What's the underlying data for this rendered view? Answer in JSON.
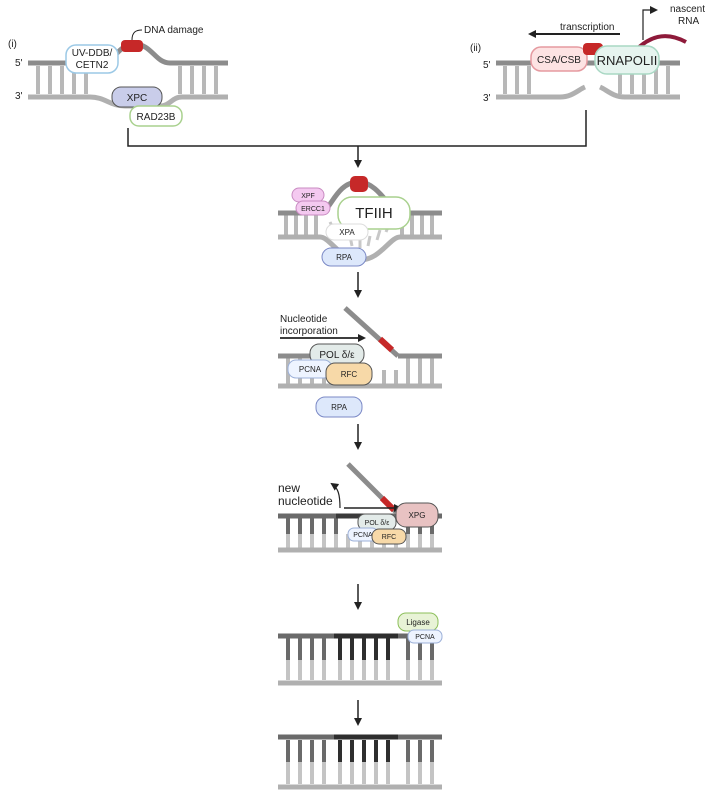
{
  "panel_i": {
    "roman": "(i)",
    "strand_5": "5'",
    "strand_3": "3'",
    "damage_label": "DNA damage",
    "uvddb_line1": "UV-DDB/",
    "uvddb_line2": "CETN2",
    "xpc": "XPC",
    "rad23b": "RAD23B"
  },
  "panel_ii": {
    "roman": "(ii)",
    "strand_5": "5'",
    "strand_3": "3'",
    "transcription": "transcription",
    "nascent_line1": "nascent",
    "nascent_line2": "RNA",
    "csa_csb": "CSA/CSB",
    "rnapolii": "RNAPOLII"
  },
  "step_tfiih": {
    "xpf": "XPF",
    "ercc1": "ERCC1",
    "tfiih": "TFIIH",
    "xpa": "XPA",
    "rpa": "RPA"
  },
  "step_fill": {
    "nucleotide_line1": "Nucleotide",
    "nucleotide_line2": "incorporation",
    "pol": "POL δ/ε",
    "pcna": "PCNA",
    "rfc": "RFC",
    "rpa": "RPA"
  },
  "step_excision": {
    "new_line1": "new",
    "new_line2": "nucleotide",
    "xpg": "XPG",
    "pol": "POL δ/ε",
    "pcna": "PCNA",
    "rfc": "RFC"
  },
  "step_ligation": {
    "ligase": "Ligase",
    "pcna": "PCNA"
  },
  "colors": {
    "strand": "#8c8c8c",
    "rung": "#b8b8b8",
    "new_dna": "#3a3a3a",
    "damage": "#c62828",
    "rna": "#8e1a3a",
    "xpc_fill": "#c9cdea",
    "green_outline": "#a9d18e",
    "pink_fill": "#f4c9f0",
    "salmon_fill": "#fde3e3",
    "blue_light": "#dde8fb",
    "orange_fill": "#f7d9a8",
    "xpg_fill": "#e8c2c2"
  }
}
